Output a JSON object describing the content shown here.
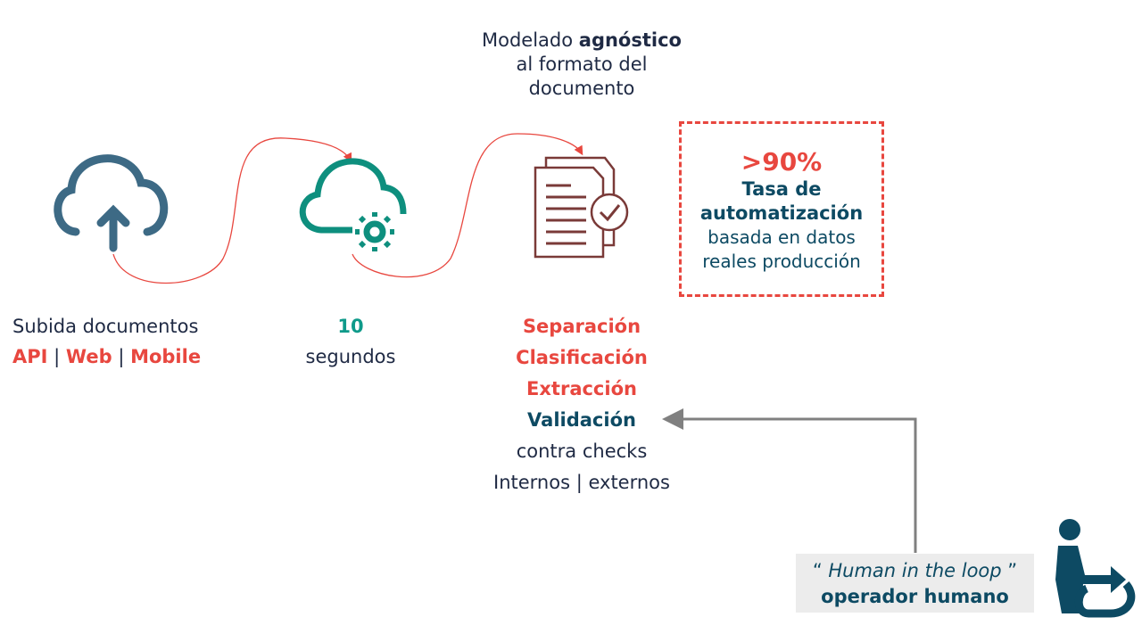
{
  "header": {
    "title_pre": "Modelado ",
    "title_bold": "agnóstico",
    "title_line2": "al formato del",
    "title_line3": "documento"
  },
  "step1": {
    "label": "Subida documentos",
    "channels": [
      "API",
      "Web",
      "Mobile"
    ],
    "separator": "|"
  },
  "step2": {
    "value": "10",
    "unit": "segundos"
  },
  "step3": {
    "items": [
      "Separación",
      "Clasificación",
      "Extracción"
    ],
    "validation": "Validación",
    "line1": "contra checks",
    "line2": "Internos | externos"
  },
  "kpi": {
    "value": ">90%",
    "label1": "Tasa de",
    "label2": "automatización",
    "desc1": "basada en datos",
    "desc2": "reales producción"
  },
  "human": {
    "quote_open": "“",
    "italic": " Human in the loop ",
    "quote_close": "”",
    "label": "operador humano"
  },
  "colors": {
    "red": "#e8473f",
    "navy": "#0d4a63",
    "teal": "#0f9a8a",
    "upload": "#3d6a85",
    "doc": "#7a3a38",
    "arrow": "#808080"
  }
}
